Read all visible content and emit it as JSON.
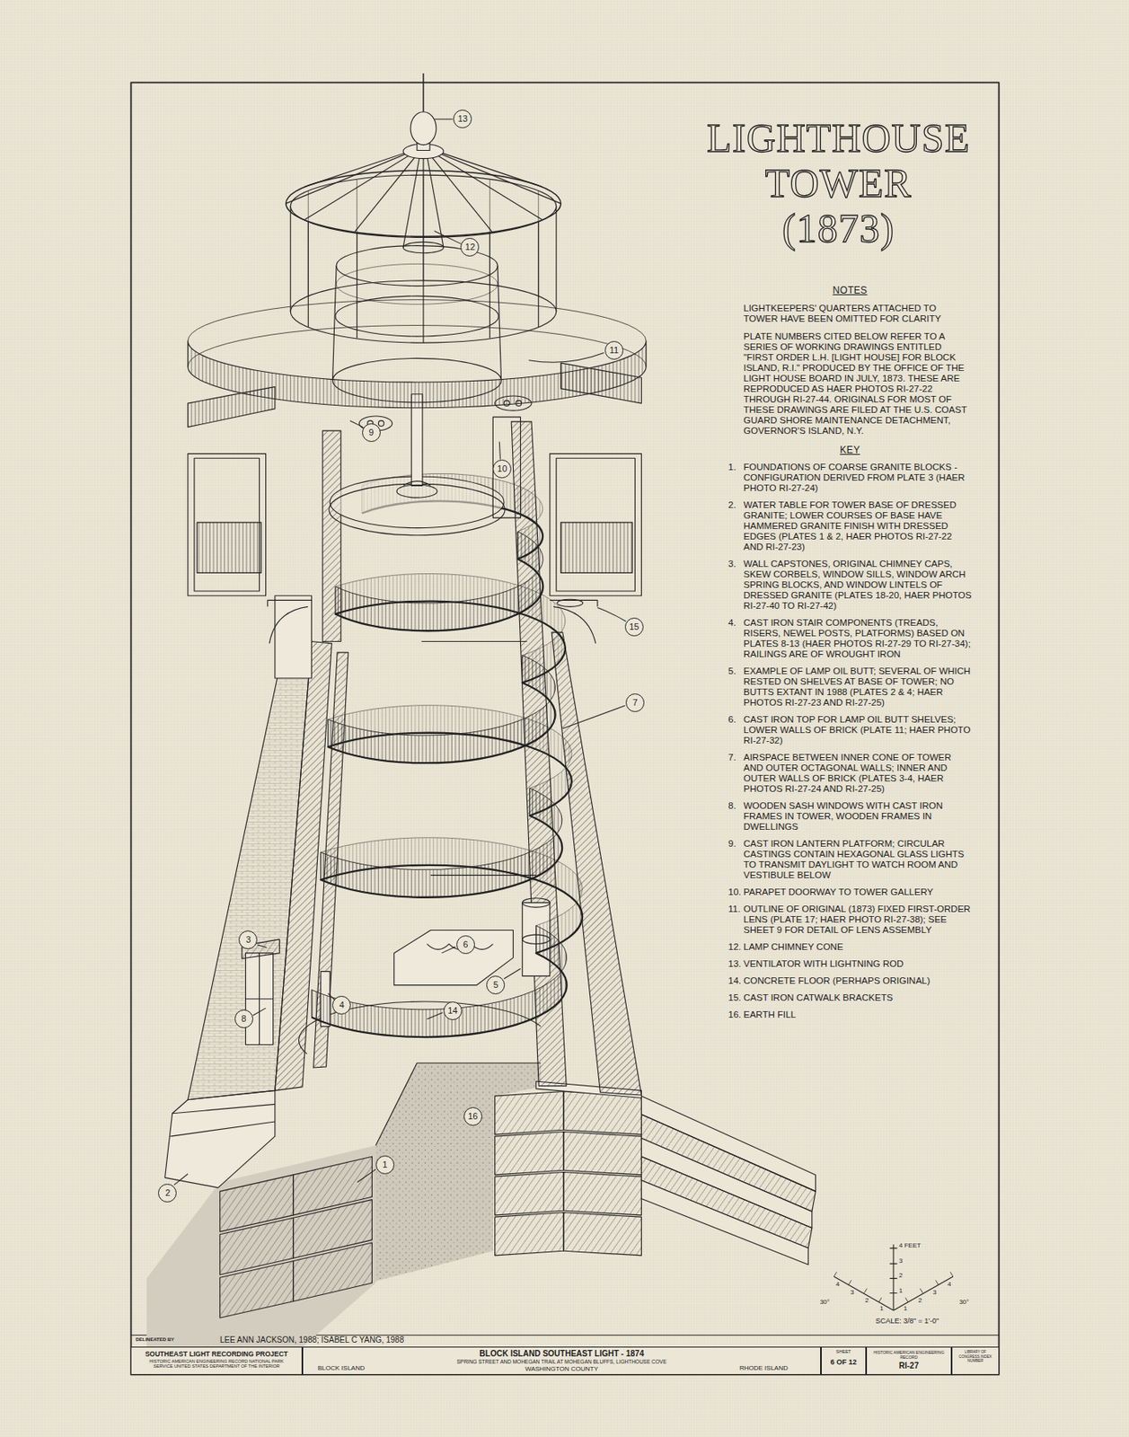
{
  "diagram": {
    "title": "LIGHTHOUSE TOWER (1873)",
    "nodes": [
      {
        "text": [
          "13"
        ]
      },
      {
        "text": [
          "12"
        ]
      },
      {
        "text": [
          "11"
        ]
      },
      {
        "text": [
          "9"
        ]
      },
      {
        "text": [
          "10"
        ]
      },
      {
        "text": [
          "15"
        ]
      },
      {
        "text": [
          "7"
        ]
      },
      {
        "text": [
          "3"
        ]
      },
      {
        "text": [
          "6"
        ]
      },
      {
        "text": [
          "5"
        ]
      },
      {
        "text": [
          "4"
        ]
      },
      {
        "text": [
          "14"
        ]
      },
      {
        "text": [
          "8"
        ]
      },
      {
        "text": [
          "16"
        ]
      },
      {
        "text": [
          "1"
        ]
      },
      {
        "text": [
          "2"
        ]
      },
      {
        "text": [
          "SOUTHEAST LIGHT RECORDING PROJECT",
          "HISTORIC AMERICAN ENGINEERING RECORD NATIONAL PARK SERVICE UNITED STATES DEPARTMENT OF THE INTERIOR"
        ]
      },
      {
        "text": [
          "BLOCK ISLAND",
          "BLOCK ISLAND SOUTHEAST LIGHT - 1874",
          "SPRING STREET AND MOHEGAN TRAIL AT MOHEGAN BLUFFS, LIGHTHOUSE COVE",
          "WASHINGTON COUNTY",
          "RHODE ISLAND"
        ]
      },
      {
        "text": [
          "SHEET",
          "6 OF 12"
        ]
      },
      {
        "text": [
          "HISTORIC AMERICAN ENGINEERING RECORD",
          "RI-27"
        ]
      },
      {
        "text": [
          "LIBRARY OF CONGRESS INDEX NUMBER"
        ]
      }
    ],
    "labels": [
      "NOTES",
      "LIGHTKEEPERS' QUARTERS ATTACHED TO TOWER HAVE BEEN OMITTED FOR CLARITY",
      "PLATE NUMBERS CITED BELOW REFER TO A SERIES OF WORKING DRAWINGS ENTITLED \"FIRST ORDER L.H. [LIGHT HOUSE] FOR BLOCK ISLAND, R.I.\" PRODUCED BY THE OFFICE OF THE LIGHT HOUSE BOARD IN JULY, 1873. THESE ARE REPRODUCED AS HAER PHOTOS RI-27-22 THROUGH RI-27-44. ORIGINALS FOR MOST OF THESE DRAWINGS ARE FILED AT THE U.S. COAST GUARD SHORE MAINTENANCE DETACHMENT, GOVERNOR'S ISLAND, N.Y.",
      "KEY",
      "1.",
      "FOUNDATIONS OF COARSE GRANITE BLOCKS - CONFIGURATION DERIVED FROM PLATE 3 (HAER PHOTO RI-27-24)",
      "2.",
      "WATER TABLE FOR TOWER BASE OF DRESSED GRANITE; LOWER COURSES OF BASE HAVE HAMMERED GRANITE FINISH WITH DRESSED EDGES (PLATES 1 & 2, HAER PHOTOS RI-27-22 AND RI-27-23)",
      "3.",
      "WALL CAPSTONES, ORIGINAL CHIMNEY CAPS, SKEW CORBELS, WINDOW SILLS, WINDOW ARCH SPRING BLOCKS, AND WINDOW LINTELS OF DRESSED GRANITE (PLATES 18-20, HAER PHOTOS RI-27-40 TO RI-27-42)",
      "4.",
      "CAST IRON STAIR COMPONENTS (TREADS, RISERS, NEWEL POSTS, PLATFORMS) BASED ON PLATES 8-13 (HAER PHOTOS RI-27-29 TO RI-27-34); RAILINGS ARE OF WROUGHT IRON",
      "5.",
      "EXAMPLE OF LAMP OIL BUTT; SEVERAL OF WHICH RESTED ON SHELVES AT BASE OF TOWER; NO BUTTS EXTANT IN 1988 (PLATES 2 & 4; HAER PHOTOS RI-27-23 AND RI-27-25)",
      "6.",
      "CAST IRON TOP FOR LAMP OIL BUTT SHELVES; LOWER WALLS OF BRICK (PLATE 11; HAER PHOTO RI-27-32)",
      "7.",
      "AIRSPACE BETWEEN INNER CONE OF TOWER AND OUTER OCTAGONAL WALLS; INNER AND OUTER WALLS OF BRICK (PLATES 3-4, HAER PHOTOS RI-27-24 AND RI-27-25)",
      "8.",
      "WOODEN SASH WINDOWS WITH CAST IRON FRAMES IN TOWER, WOODEN FRAMES IN DWELLINGS",
      "9.",
      "CAST IRON LANTERN PLATFORM; CIRCULAR CASTINGS CONTAIN HEXAGONAL GLASS LIGHTS TO TRANSMIT DAYLIGHT TO WATCH ROOM AND VESTIBULE BELOW",
      "10.",
      "PARAPET DOORWAY TO TOWER GALLERY",
      "11.",
      "OUTLINE OF ORIGINAL (1873) FIXED FIRST-ORDER LENS (PLATE 17; HAER PHOTO RI-27-38); SEE SHEET 9 FOR DETAIL OF LENS ASSEMBLY",
      "12.",
      "LAMP CHIMNEY CONE",
      "13.",
      "VENTILATOR WITH LIGHTNING ROD",
      "14.",
      "CONCRETE FLOOR (PERHAPS ORIGINAL)",
      "15.",
      "CAST IRON CATWALK BRACKETS",
      "16.",
      "EARTH FILL",
      "DELINEATED BY",
      "LEE ANN JACKSON, 1988; ISABEL C YANG, 1988",
      "4 FEET",
      "3",
      "2",
      "1",
      "4",
      "3",
      "2",
      "1",
      "1",
      "2",
      "3",
      "4",
      "30°",
      "30°",
      "SCALE: 3/8\" = 1'-0\""
    ]
  }
}
